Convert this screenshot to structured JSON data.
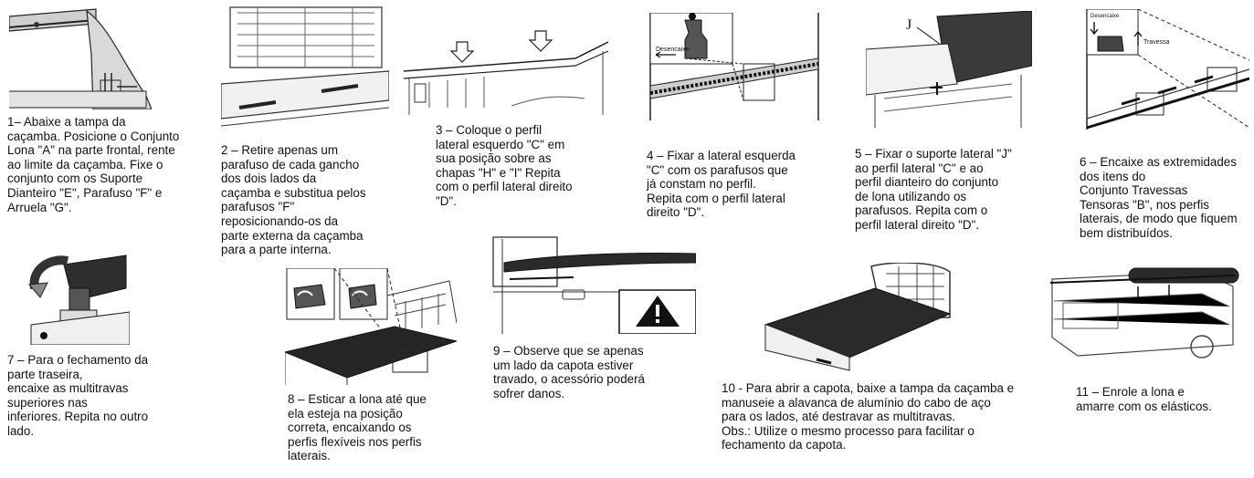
{
  "steps": [
    {
      "id": 1,
      "caption": "1– Abaixe a tampa da\ncaçamba. Posicione o Conjunto\nLona \"A\" na parte frontal, rente\nao limite da caçamba. Fixe o\nconjunto com os Suporte\nDianteiro \"E\", Parafuso \"F\" e\nArruela \"G\"."
    },
    {
      "id": 2,
      "caption": "2 – Retire apenas um\nparafuso de cada gancho\ndos dois lados da\ncaçamba e substitua pelos\nparafusos \"F\"\nreposicionando-os da\nparte externa da caçamba\npara a parte interna."
    },
    {
      "id": 3,
      "caption": "3 – Coloque o perfil\nlateral esquerdo \"C\" em\nsua posição sobre as\nchapas \"H\" e \"I\" Repita\ncom o perfil lateral direito\n\"D\"."
    },
    {
      "id": 4,
      "caption": "4 – Fixar a lateral esquerda\n\"C\" com os parafusos que\njá constam no perfil.\nRepita com o perfil lateral\ndireito \"D\".",
      "labels": [
        "Desencaixe"
      ]
    },
    {
      "id": 5,
      "caption": "5 – Fixar o suporte lateral \"J\"\nao perfil lateral \"C\" e ao\nperfil dianteiro do conjunto\nde lona utilizando os\nparafusos. Repita com o\nperfil lateral direito \"D\".",
      "labels": [
        "J"
      ]
    },
    {
      "id": 6,
      "caption": "6 – Encaixe as extremidades\ndos itens do\nConjunto Travessas\nTensoras \"B\", nos perfis\nlaterais, de modo que fiquem\nbem distribuídos.",
      "labels": [
        "Desencaixe",
        "Travessa"
      ]
    },
    {
      "id": 7,
      "caption": "7 – Para o fechamento da\nparte traseira,\nencaixe as multitravas\nsuperiores nas\ninferiores. Repita no outro\nlado."
    },
    {
      "id": 8,
      "caption": "8 – Esticar a lona até que\nela esteja na posição\ncorreta, encaixando os\nperfis flexíveis nos perfis\nlaterais."
    },
    {
      "id": 9,
      "caption": " 9 – Observe que se apenas\num lado da capota estiver\ntravado, o acessório poderá\nsofrer danos."
    },
    {
      "id": 10,
      "caption": "10 - Para abrir a capota, baixe a tampa da caçamba e\nmanuseie a alavanca de alumínio do cabo de aço\npara os lados, até destravar as multitravas.\nObs.: Utilize o mesmo processo para facilitar o\nfechamento da capota."
    },
    {
      "id": 11,
      "caption": "11 – Enrole a lona e\namarre com os elásticos."
    }
  ],
  "colors": {
    "ink": "#111111",
    "line": "#1a1a1a",
    "cover": "#2b2b2b",
    "grey": "#7a7a7a"
  }
}
